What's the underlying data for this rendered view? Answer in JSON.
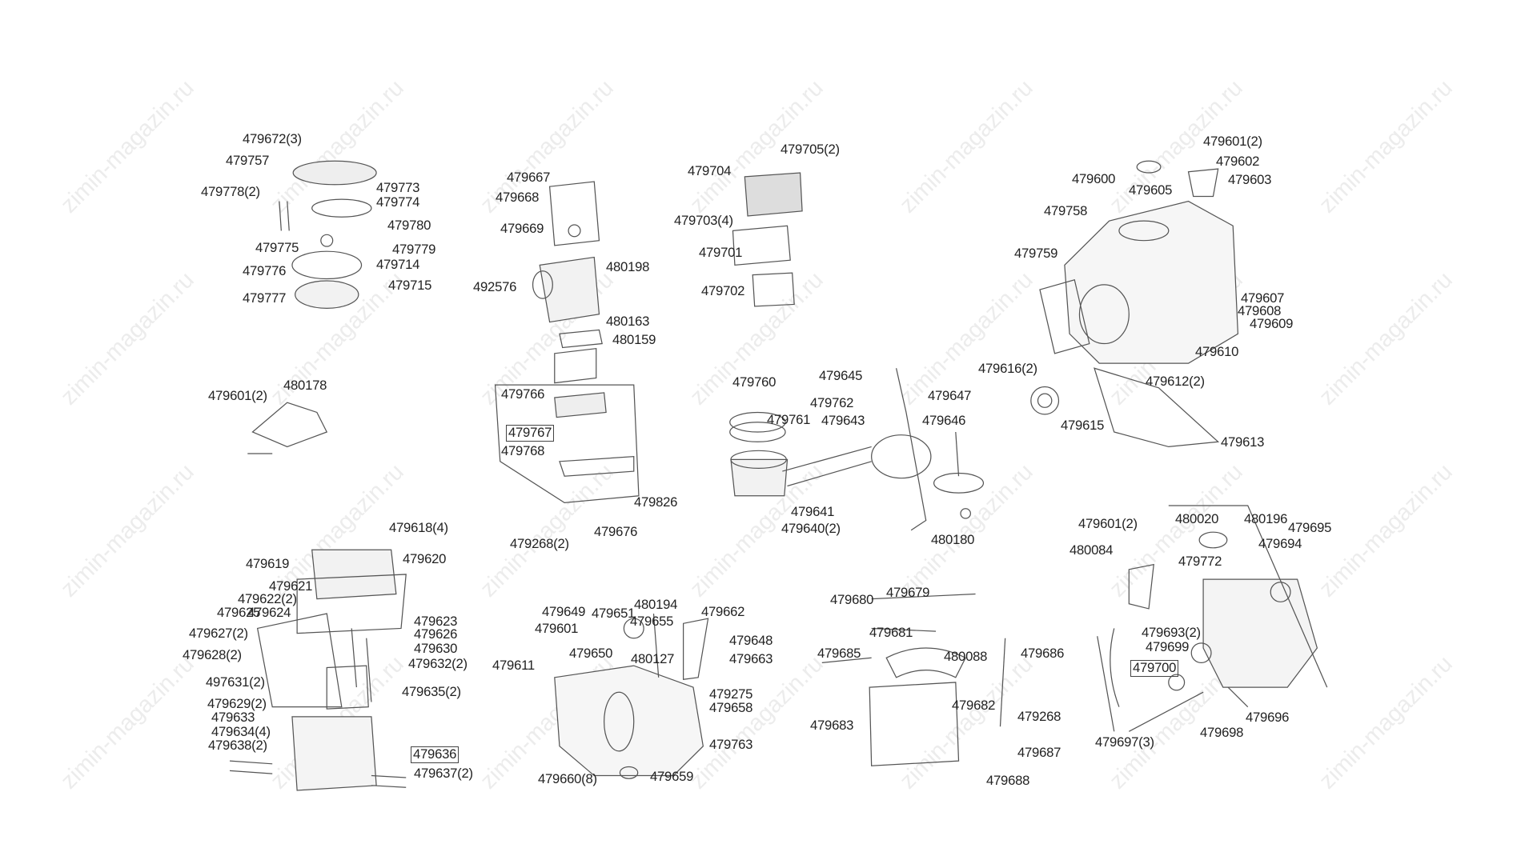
{
  "watermark": "zimin-magazin.ru",
  "part_numbers": [
    "479672(3)",
    "479757",
    "479778(2)",
    "479773",
    "479774",
    "479780",
    "479775",
    "479779",
    "479714",
    "479776",
    "479715",
    "479777",
    "480178",
    "479601(2)",
    "479667",
    "479668",
    "479669",
    "480198",
    "492576",
    "480163",
    "480159",
    "479766",
    "479767",
    "479768",
    "479826",
    "479268(2)",
    "479676",
    "479705(2)",
    "479704",
    "479703(4)",
    "479701",
    "479702",
    "479645",
    "479760",
    "479762",
    "479647",
    "479761",
    "479643",
    "479646",
    "479641",
    "479640(2)",
    "480180",
    "479601(2)",
    "479602",
    "479600",
    "479605",
    "479603",
    "479758",
    "479759",
    "479607",
    "479608",
    "479609",
    "479610",
    "479616(2)",
    "479612(2)",
    "479615",
    "479613",
    "479618(4)",
    "479619",
    "479620",
    "479621",
    "479622(2)",
    "479625",
    "479624",
    "479623",
    "479627(2)",
    "479626",
    "479628(2)",
    "479630",
    "479632(2)",
    "497631(2)",
    "479635(2)",
    "479629(2)",
    "479633",
    "479634(4)",
    "479638(2)",
    "479636",
    "479637(2)",
    "479649",
    "479651",
    "480194",
    "479662",
    "479601",
    "479655",
    "479648",
    "479650",
    "480127",
    "479663",
    "479611",
    "479275",
    "479658",
    "479763",
    "479660(8)",
    "479659",
    "479679",
    "479680",
    "479681",
    "479685",
    "480088",
    "479686",
    "479682",
    "479268",
    "479683",
    "479687",
    "479688",
    "479601(2)",
    "480020",
    "480196",
    "479695",
    "479694",
    "480084",
    "479772",
    "479693(2)",
    "479699",
    "479700",
    "479696",
    "479698",
    "479697(3)"
  ]
}
